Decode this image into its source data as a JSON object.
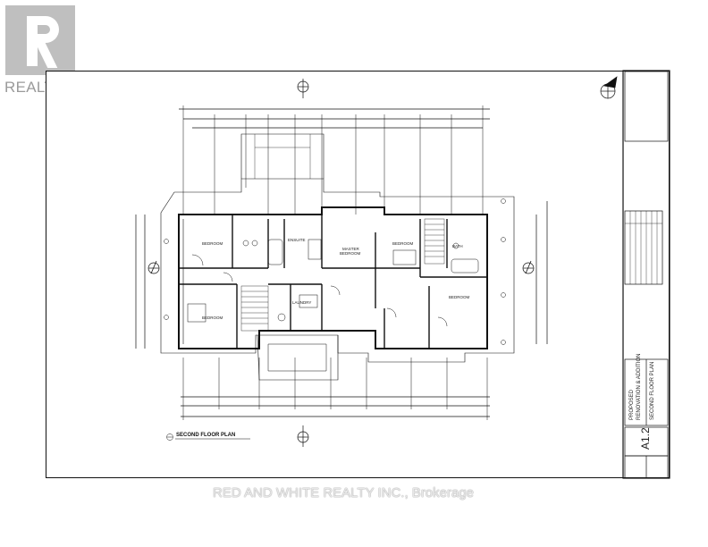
{
  "brand": {
    "logo_text": "REALTOR®",
    "logo_color": "#bfbfbf"
  },
  "watermark": {
    "text": "RED AND WHITE REALTY INC., Brokerage"
  },
  "title_block": {
    "project": "PROPOSED",
    "subtitle": "RENOVATION & ADDITION",
    "drawing_name": "SECOND FLOOR PLAN",
    "sheet_number": "A1.2"
  },
  "plan": {
    "title": "SECOND FLOOR PLAN",
    "rooms": {
      "bedroom_1": "BEDROOM",
      "bedroom_2": "BEDROOM",
      "ensuite": "ENSUITE",
      "master_bedroom_line1": "MASTER",
      "master_bedroom_line2": "BEDROOM",
      "laundry": "LAUNDRY",
      "bedroom_3": "BEDROOM",
      "bath": "BATH",
      "bedroom_4": "BEDROOM"
    }
  },
  "colors": {
    "line": "#111111",
    "paper": "#ffffff"
  }
}
